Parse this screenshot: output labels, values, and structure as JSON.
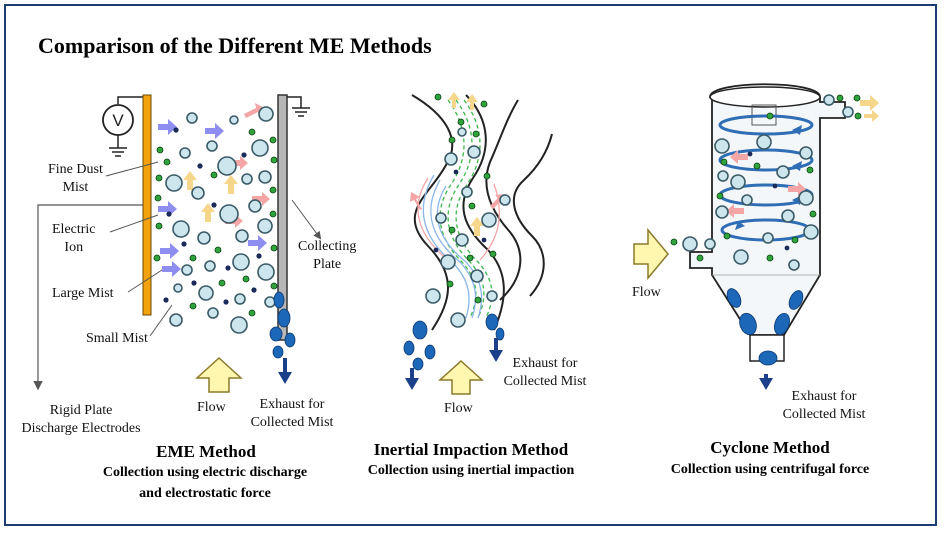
{
  "title": "Comparison of the Different ME Methods",
  "eme": {
    "voltmeter_symbol": "V",
    "labels": {
      "fine_dust_mist": [
        "Fine Dust",
        "Mist"
      ],
      "electric_ion": [
        "Electric",
        "Ion"
      ],
      "large_mist": "Large Mist",
      "small_mist": "Small Mist",
      "collecting_plate": [
        "Collecting",
        "Plate"
      ],
      "rigid_plate": [
        "Rigid Plate",
        "Discharge Electrodes"
      ],
      "flow": "Flow",
      "exhaust": [
        "Exhaust for",
        "Collected Mist"
      ]
    },
    "method_title": "EME Method",
    "method_desc": [
      "Collection using electric discharge",
      "and electrostatic force"
    ]
  },
  "inertial": {
    "labels": {
      "flow": "Flow",
      "exhaust": [
        "Exhaust for",
        "Collected Mist"
      ]
    },
    "method_title": "Inertial Impaction Method",
    "method_desc": [
      "Collection using inertial impaction"
    ]
  },
  "cyclone": {
    "labels": {
      "flow": "Flow",
      "exhaust": [
        "Exhaust for",
        "Collected Mist"
      ]
    },
    "method_title": "Cyclone Method",
    "method_desc": [
      "Collection using centrifugal force"
    ]
  },
  "colors": {
    "frame": "#1f3b73",
    "electrode": "#f2a20f",
    "droplet_fill": "#cde6ee",
    "droplet_stroke": "#3a5a66",
    "fine_dust": "#2ea43a",
    "ion": "#1c2a5a",
    "collected_drop": "#1c67b8",
    "arrow_blue": "#8e8ef0",
    "arrow_pink": "#f4a6a6",
    "arrow_yellow": "#f6d68a",
    "flow_arrow_fill": "#fff6b0",
    "flow_arrow_stroke": "#8b7a2a",
    "swirl": "#2f6db5"
  }
}
